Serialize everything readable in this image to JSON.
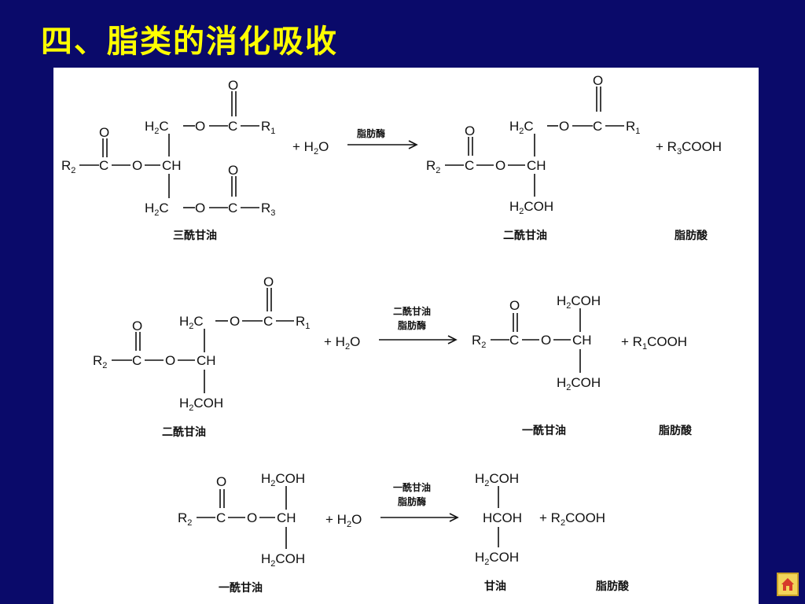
{
  "title": "四、脂类的消化吸收",
  "labels": {
    "triglyceride": "三酰甘油",
    "diglyceride": "二酰甘油",
    "monoglyceride": "一酰甘油",
    "fatty_acid": "脂肪酸",
    "glycerol": "甘油"
  },
  "enzymes": {
    "r1": "脂肪酶",
    "r2_line1": "二酰甘油",
    "r2_line2": "脂肪酶",
    "r3_line1": "一酰甘油",
    "r3_line2": "脂肪酶"
  },
  "products": {
    "r1_acid": "+ R3COOH",
    "r2_acid": "+ R1COOH",
    "r3_acid": "+ R2COOH"
  },
  "reagent": "+ H2O",
  "nav_icon": "home-arrow-icon",
  "colors": {
    "background": "#0a0a6a",
    "title": "#ffff00",
    "panel": "#ffffff"
  }
}
